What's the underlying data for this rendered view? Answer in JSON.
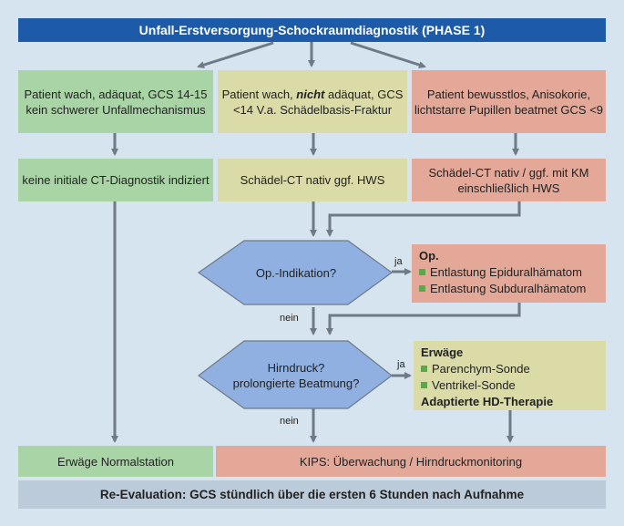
{
  "title": "Unfall-Erstversorgung-Schockraumdiagnostik (PHASE 1)",
  "col1": {
    "top": [
      "Patient wach,",
      "adäquat,",
      "GCS 14-15",
      "kein schwerer Unfallmechanismus"
    ],
    "mid": [
      "keine initiale CT-Diagnostik",
      "indiziert"
    ]
  },
  "col2": {
    "top_l1": "Patient wach,",
    "top_l2_em": "nicht",
    "top_l2_rest": " adäquat,",
    "top_l3": "GCS <14",
    "top_l4": "V.a. Schädelbasis-Fraktur",
    "mid": [
      "Schädel-CT nativ",
      "ggf. HWS"
    ]
  },
  "col3": {
    "top": [
      "Patient bewusstlos,",
      "Anisokorie, lichtstarre Pupillen",
      "beatmet",
      "GCS <9"
    ],
    "mid": [
      "Schädel-CT nativ / ggf. mit KM",
      "einschließlich HWS"
    ]
  },
  "decision1": {
    "text": "Op.-Indikation?",
    "yes": "ja",
    "no": "nein"
  },
  "op": {
    "header": "Op.",
    "items": [
      "Entlastung Epiduralhämatom",
      "Entlastung Subduralhämatom"
    ]
  },
  "decision2": {
    "lines": [
      "Hirndruck?",
      "prolongierte Beatmung?"
    ],
    "yes": "ja",
    "no": "nein"
  },
  "erwaege": {
    "header": "Erwäge",
    "items": [
      "Parenchym-Sonde",
      "Ventrikel-Sonde"
    ],
    "footer": "Adaptierte HD-Therapie"
  },
  "bottom_left": "Erwäge Normalstation",
  "bottom_right": "KIPS: Überwachung / Hirndruckmonitoring",
  "footer": "Re-Evaluation: GCS stündlich über die ersten 6 Stunden nach Aufnahme",
  "colors": {
    "background": "#d6e4f0",
    "title": "#1d5aa8",
    "green": "#a8d4a6",
    "olive": "#dadba6",
    "salmon": "#e3a898",
    "diamond": "#8fb0e0",
    "arrow": "#6e7a86",
    "footer": "#bccbd9"
  }
}
